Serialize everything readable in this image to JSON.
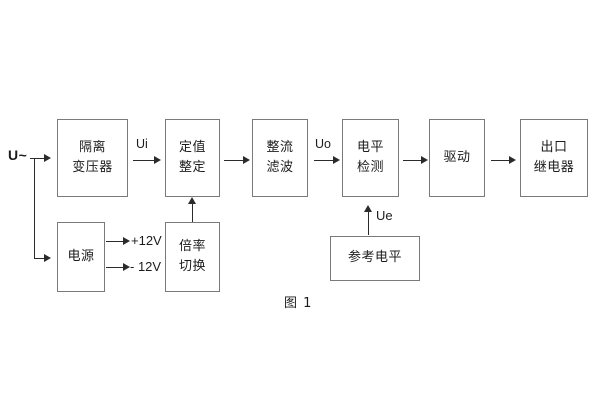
{
  "diagram": {
    "caption": "图 1",
    "source_label": "U~",
    "blocks": [
      {
        "id": "isolation-transformer",
        "lines": [
          "隔离",
          "变压器"
        ]
      },
      {
        "id": "setting-value",
        "lines": [
          "定值",
          "整定"
        ]
      },
      {
        "id": "rectify-filter",
        "lines": [
          "整流",
          "滤波"
        ]
      },
      {
        "id": "level-detect",
        "lines": [
          "电平",
          "检测"
        ]
      },
      {
        "id": "drive",
        "lines": [
          "驱动"
        ]
      },
      {
        "id": "output-relay",
        "lines": [
          "出口",
          "继电器"
        ]
      },
      {
        "id": "power-supply",
        "lines": [
          "电源"
        ]
      },
      {
        "id": "multiplier-switch",
        "lines": [
          "倍率",
          "切换"
        ]
      },
      {
        "id": "reference-level",
        "lines": [
          "参考电平"
        ]
      }
    ],
    "signals": {
      "ui": "Ui",
      "uo": "Uo",
      "ue": "Ue",
      "rail_positive": "+12V",
      "rail_negative": "- 12V"
    },
    "colors": {
      "box_border": "#7a7a7a",
      "line": "#2b2b2b",
      "text": "#1c1c1c",
      "background": "#ffffff"
    }
  }
}
